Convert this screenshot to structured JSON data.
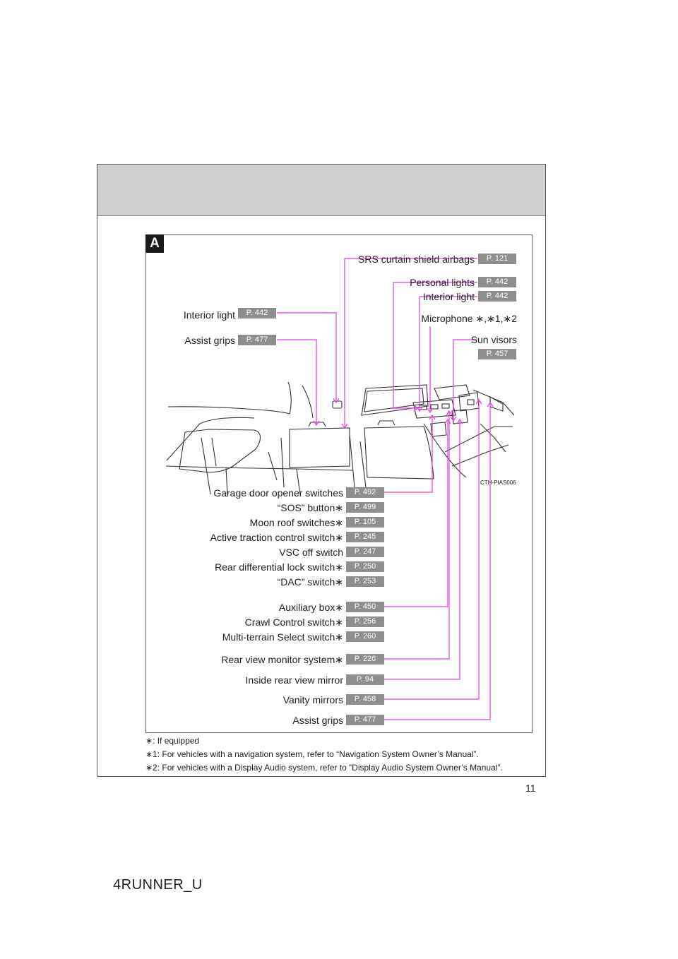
{
  "section_badge": "A",
  "top_callouts": {
    "srs": {
      "label": "SRS curtain shield airbags",
      "page": "P. 121"
    },
    "personal": {
      "label": "Personal lights",
      "page": "P. 442"
    },
    "interior_right": {
      "label": "Interior light",
      "page": "P. 442"
    },
    "microphone": {
      "label": "Microphone ∗,∗1,∗2"
    },
    "sun_visors": {
      "label": "Sun visors",
      "page": "P. 457"
    },
    "interior_left": {
      "label": "Interior light",
      "page": "P. 442"
    },
    "assist_left": {
      "label": "Assist grips",
      "page": "P. 477"
    }
  },
  "image_code": "CTH-PIAS006",
  "bottom_callouts": [
    {
      "label": "Garage door opener switches",
      "page": "P. 492"
    },
    {
      "label": "“SOS” button∗",
      "page": "P. 499"
    },
    {
      "label": "Moon roof switches∗",
      "page": "P. 105"
    },
    {
      "label": "Active traction control switch∗",
      "page": "P. 245"
    },
    {
      "label": "VSC off switch",
      "page": "P. 247"
    },
    {
      "label": "Rear differential lock switch∗",
      "page": "P. 250"
    },
    {
      "label": "“DAC” switch∗",
      "page": "P. 253"
    },
    {
      "label": "Auxiliary box∗",
      "page": "P. 450"
    },
    {
      "label": "Crawl Control switch∗",
      "page": "P. 256"
    },
    {
      "label": "Multi-terrain Select switch∗",
      "page": "P. 260"
    },
    {
      "label": "Rear view monitor system∗",
      "page": "P. 226"
    },
    {
      "label": "Inside rear view mirror",
      "page": "P. 94"
    },
    {
      "label": "Vanity mirrors",
      "page": "P. 458"
    },
    {
      "label": "Assist grips",
      "page": "P. 477"
    }
  ],
  "footnotes": [
    "∗: If equipped",
    "∗1: For vehicles with a navigation system, refer to “Navigation System Owner’s Manual”.",
    "∗2: For vehicles with a Display Audio system, refer to “Display Audio System Owner’s Manual”."
  ],
  "page_number": "11",
  "doc_code": "4RUNNER_U",
  "colors": {
    "leader": "#e83ce0",
    "badge": "#8e8e8e"
  }
}
